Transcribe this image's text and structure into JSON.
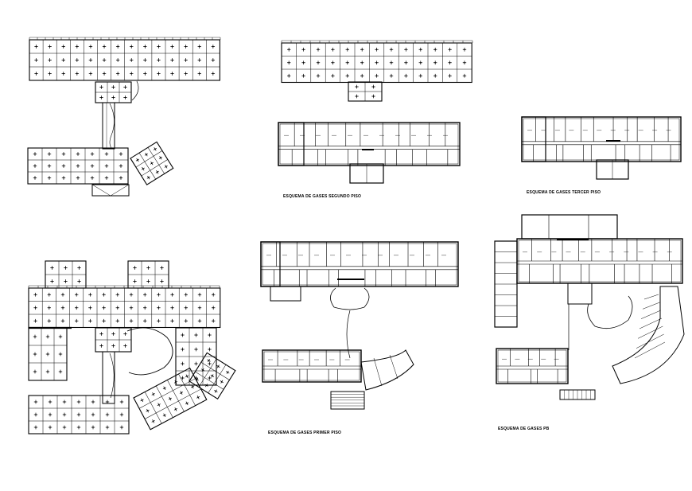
{
  "captions": {
    "segundo_piso": "ESQUEMA DE GASES SEGUNDO PISO",
    "tercer_piso": "ESQUEMA DE GASES TERCER PISO",
    "primer_piso": "ESQUEMA DE GASES PRIMER PISO",
    "pb": "ESQUEMA DE GASES PB"
  },
  "colors": {
    "line": "#000000",
    "background": "#ffffff"
  }
}
